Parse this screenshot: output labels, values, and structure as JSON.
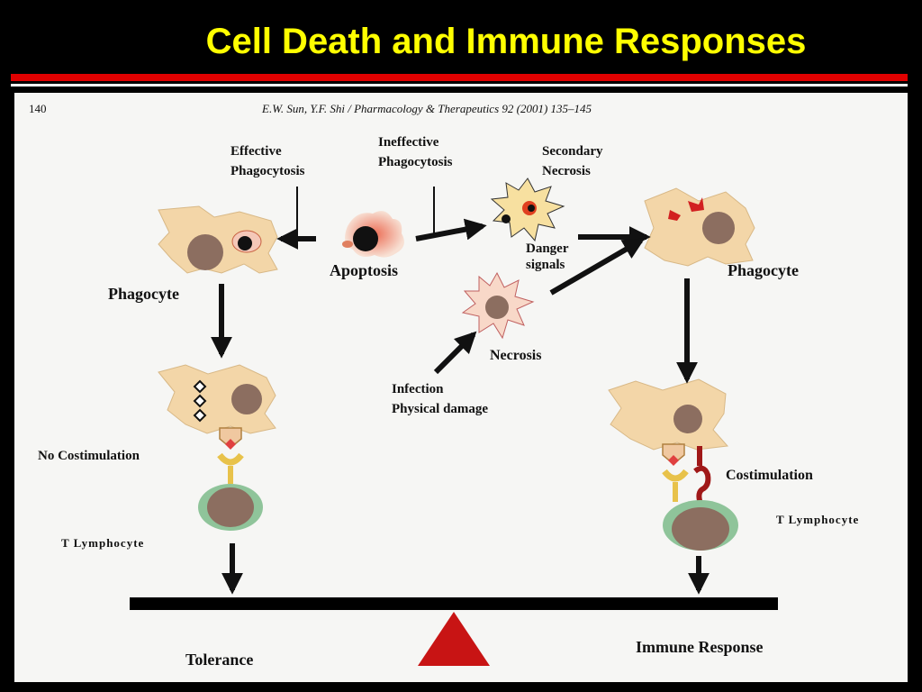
{
  "title": "Cell Death and Immune Responses",
  "colors": {
    "background": "#000000",
    "title": "#ffff00",
    "rule": "#e00000",
    "panel": "#f6f6f4",
    "cell_body": "#f3d6a8",
    "nucleus": "#8c6e60",
    "lymphocyte": "#8fc49a",
    "receptor": "#e8c24a",
    "danger_marks": "#d22020",
    "fulcrum": "#c81414",
    "lever": "#000000"
  },
  "figure": {
    "page_number": "140",
    "citation": "E.W. Sun, Y.F. Shi / Pharmacology & Therapeutics 92 (2001) 135–145",
    "labels": {
      "effective_phagocytosis": [
        "Effective",
        "Phagocytosis"
      ],
      "ineffective_phagocytosis": [
        "Ineffective",
        "Phagocytosis"
      ],
      "secondary_necrosis": [
        "Secondary",
        "Necrosis"
      ],
      "apoptosis": "Apoptosis",
      "danger_signals": [
        "Danger",
        "signals"
      ],
      "phagocyte_left": "Phagocyte",
      "phagocyte_right": "Phagocyte",
      "necrosis": "Necrosis",
      "infection": [
        "Infection",
        "Physical damage"
      ],
      "no_costimulation": "No Costimulation",
      "costimulation": "Costimulation",
      "t_lymphocyte_left": "T Lymphocyte",
      "t_lymphocyte_right": "T Lymphocyte",
      "tolerance": "Tolerance",
      "immune_response": "Immune Response"
    }
  }
}
